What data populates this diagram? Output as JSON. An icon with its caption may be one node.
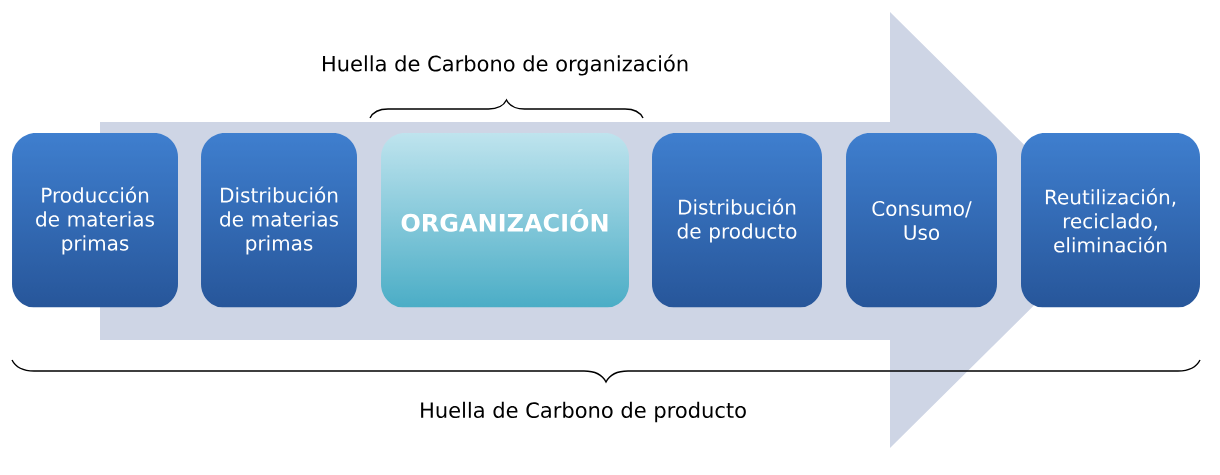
{
  "diagram": {
    "nodes": [
      {
        "text": [
          "Producción de materias primas"
        ]
      },
      {
        "text": [
          "Distribución de materias primas"
        ]
      },
      {
        "text": [
          "ORGANIZACIÓN"
        ]
      },
      {
        "text": [
          "Distribución de producto"
        ]
      },
      {
        "text": [
          "Consumo/ Uso"
        ]
      },
      {
        "text": [
          "Reutilización, reciclado, eliminación"
        ]
      }
    ],
    "edges": [
      {
        "from": 0,
        "to": 5,
        "arrow": "to"
      }
    ],
    "labels": [
      "Huella de Carbono de organización",
      "Huella de Carbono de producto"
    ]
  }
}
